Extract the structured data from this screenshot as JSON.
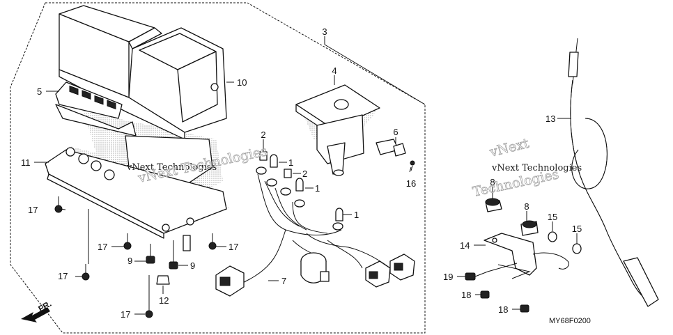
{
  "callouts": {
    "c1a": "1",
    "c1b": "1",
    "c1c": "1",
    "c2a": "2",
    "c2b": "2",
    "c3": "3",
    "c4": "4",
    "c5": "5",
    "c6": "6",
    "c7": "7",
    "c8a": "8",
    "c8b": "8",
    "c9a": "9",
    "c9b": "9",
    "c10": "10",
    "c11": "11",
    "c12": "12",
    "c13": "13",
    "c14": "14",
    "c15a": "15",
    "c15b": "15",
    "c16": "16",
    "c17a": "17",
    "c17b": "17",
    "c17c": "17",
    "c17d": "17",
    "c17e": "17",
    "c18a": "18",
    "c18b": "18",
    "c19": "19"
  },
  "direction": {
    "label": "FR."
  },
  "diagram_code": "MY68F0200",
  "watermark": {
    "line1": "vNext Technologies",
    "line2a": "vNext",
    "line2b": "Technologies"
  }
}
